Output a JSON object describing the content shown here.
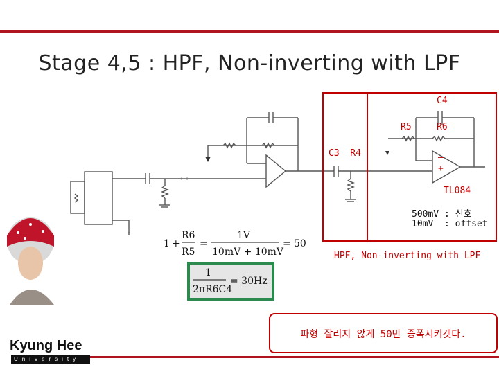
{
  "slide": {
    "title": "Stage 4,5 : HPF, Non-inverting with LPF",
    "accent_color": "#b0141e",
    "text_red": "#c00000"
  },
  "circuit": {
    "labels": {
      "c4": "C4",
      "r5": "R5",
      "r6": "R6",
      "c3_r4": "C3  R4",
      "minus": "–",
      "plus": "+",
      "opamp": "TL084",
      "signal_line": "500mV : 신호",
      "offset_line": "10mV  : offset",
      "caption": "HPF, Non-inverting with LPF"
    }
  },
  "equations": {
    "gain": {
      "one": "1",
      "plus": "+",
      "r6": "R6",
      "r5": "R5",
      "eq": "=",
      "num": "1V",
      "den": "10mV + 10mV",
      "eq2": "=",
      "result": "50"
    },
    "cutoff": {
      "num": "1",
      "den": "2πR6C4",
      "rhs": "= 30Hz",
      "bg_color": "#2c8a4e"
    }
  },
  "note": {
    "text": "파형 잘리지 않게 50만 증폭시키겟다."
  },
  "logo": {
    "name": "Kyung Hee",
    "sub": "University"
  }
}
